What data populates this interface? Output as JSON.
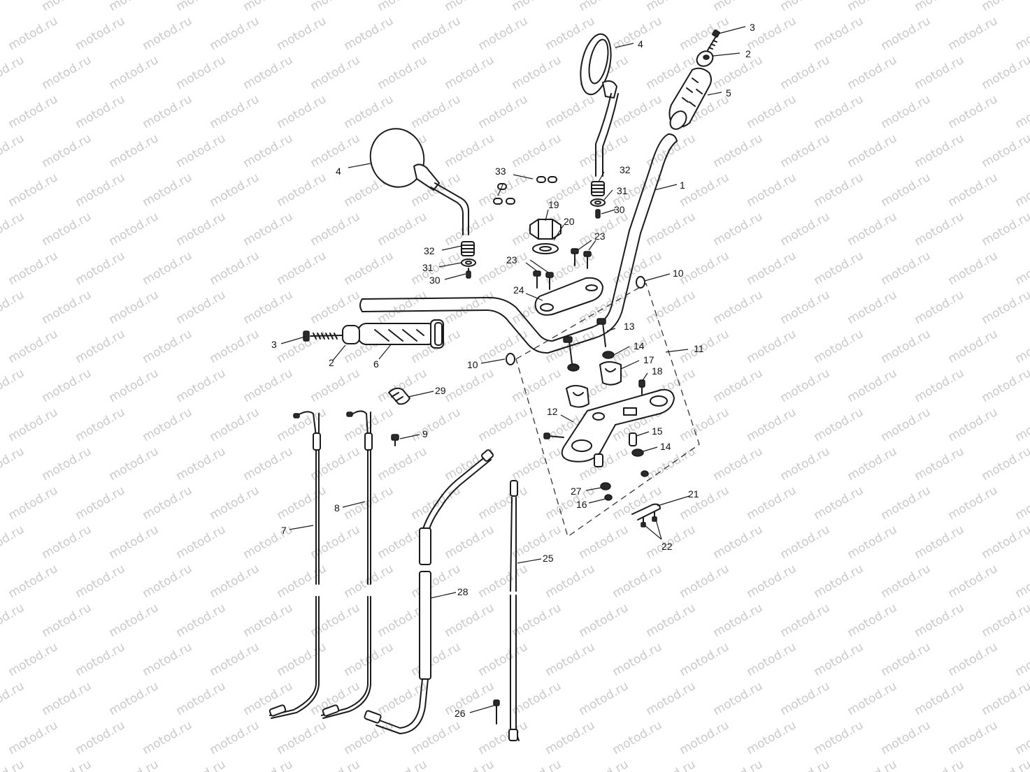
{
  "watermark": {
    "text": "motod.ru",
    "color": "#c8c8c8"
  },
  "colors": {
    "line": "#1a1a1a",
    "background": "#ffffff"
  },
  "callouts": [
    {
      "id": "c1",
      "label": "1"
    },
    {
      "id": "c2a",
      "label": "2"
    },
    {
      "id": "c2b",
      "label": "2"
    },
    {
      "id": "c3a",
      "label": "3"
    },
    {
      "id": "c3b",
      "label": "3"
    },
    {
      "id": "c4a",
      "label": "4"
    },
    {
      "id": "c4b",
      "label": "4"
    },
    {
      "id": "c5",
      "label": "5"
    },
    {
      "id": "c6",
      "label": "6"
    },
    {
      "id": "c7",
      "label": "7"
    },
    {
      "id": "c8",
      "label": "8"
    },
    {
      "id": "c9",
      "label": "9"
    },
    {
      "id": "c10a",
      "label": "10"
    },
    {
      "id": "c10b",
      "label": "10"
    },
    {
      "id": "c11",
      "label": "11"
    },
    {
      "id": "c12",
      "label": "12"
    },
    {
      "id": "c13",
      "label": "13"
    },
    {
      "id": "c14a",
      "label": "14"
    },
    {
      "id": "c14b",
      "label": "14"
    },
    {
      "id": "c15",
      "label": "15"
    },
    {
      "id": "c16",
      "label": "16"
    },
    {
      "id": "c17",
      "label": "17"
    },
    {
      "id": "c18",
      "label": "18"
    },
    {
      "id": "c19",
      "label": "19"
    },
    {
      "id": "c20",
      "label": "20"
    },
    {
      "id": "c21",
      "label": "21"
    },
    {
      "id": "c22",
      "label": "22"
    },
    {
      "id": "c23a",
      "label": "23"
    },
    {
      "id": "c23b",
      "label": "23"
    },
    {
      "id": "c24",
      "label": "24"
    },
    {
      "id": "c25",
      "label": "25"
    },
    {
      "id": "c26",
      "label": "26"
    },
    {
      "id": "c27",
      "label": "27"
    },
    {
      "id": "c28",
      "label": "28"
    },
    {
      "id": "c29",
      "label": "29"
    },
    {
      "id": "c30a",
      "label": "30"
    },
    {
      "id": "c30b",
      "label": "30"
    },
    {
      "id": "c31a",
      "label": "31"
    },
    {
      "id": "c31b",
      "label": "31"
    },
    {
      "id": "c32a",
      "label": "32"
    },
    {
      "id": "c32b",
      "label": "32"
    },
    {
      "id": "c33",
      "label": "33"
    }
  ]
}
